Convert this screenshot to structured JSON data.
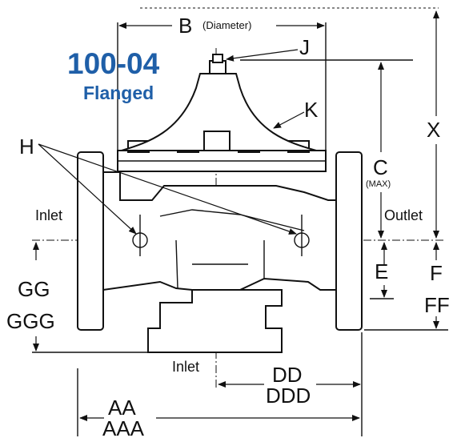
{
  "title": {
    "model": "100-04",
    "connection": "Flanged"
  },
  "labels": {
    "B": "B",
    "diameter": "(Diameter)",
    "J": "J",
    "K": "K",
    "H": "H",
    "C": "C",
    "max": "(MAX)",
    "X": "X",
    "inlet_left": "Inlet",
    "outlet": "Outlet",
    "E": "E",
    "F": "F",
    "FF": "FF",
    "GG": "GG",
    "GGG": "GGG",
    "inlet_bottom": "Inlet",
    "DD": "DD",
    "DDD": "DDD",
    "AA": "AA",
    "AAA": "AAA"
  },
  "colors": {
    "title": "#1f5fa8",
    "line": "#111111"
  }
}
